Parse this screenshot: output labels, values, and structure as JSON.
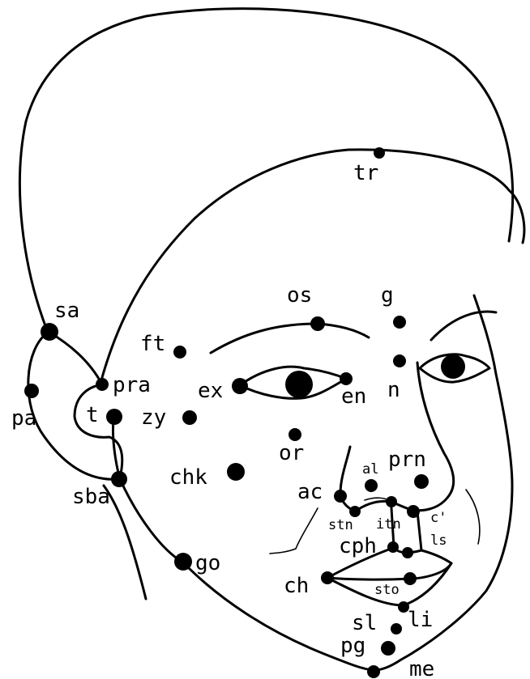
{
  "landmarks": [
    {
      "id": "tr",
      "label": "tr"
    },
    {
      "id": "sa",
      "label": "sa"
    },
    {
      "id": "os",
      "label": "os"
    },
    {
      "id": "g",
      "label": "g"
    },
    {
      "id": "ft",
      "label": "ft"
    },
    {
      "id": "pra",
      "label": "pra"
    },
    {
      "id": "pa",
      "label": "pa"
    },
    {
      "id": "t",
      "label": "t"
    },
    {
      "id": "zy",
      "label": "zy"
    },
    {
      "id": "ex",
      "label": "ex"
    },
    {
      "id": "en",
      "label": "en"
    },
    {
      "id": "n",
      "label": "n"
    },
    {
      "id": "or",
      "label": "or"
    },
    {
      "id": "chk",
      "label": "chk"
    },
    {
      "id": "sba",
      "label": "sba"
    },
    {
      "id": "al",
      "label": "al"
    },
    {
      "id": "prn",
      "label": "prn"
    },
    {
      "id": "ac",
      "label": "ac"
    },
    {
      "id": "stn",
      "label": "stn"
    },
    {
      "id": "itn",
      "label": "itn"
    },
    {
      "id": "c_prime",
      "label": "c'"
    },
    {
      "id": "cph",
      "label": "cph"
    },
    {
      "id": "ls",
      "label": "ls"
    },
    {
      "id": "go",
      "label": "go"
    },
    {
      "id": "ch",
      "label": "ch"
    },
    {
      "id": "sto",
      "label": "sto"
    },
    {
      "id": "li",
      "label": "li"
    },
    {
      "id": "sl",
      "label": "sl"
    },
    {
      "id": "pg",
      "label": "pg"
    },
    {
      "id": "me",
      "label": "me"
    }
  ],
  "colors": {
    "ink": "#000000",
    "background": "#ffffff"
  }
}
